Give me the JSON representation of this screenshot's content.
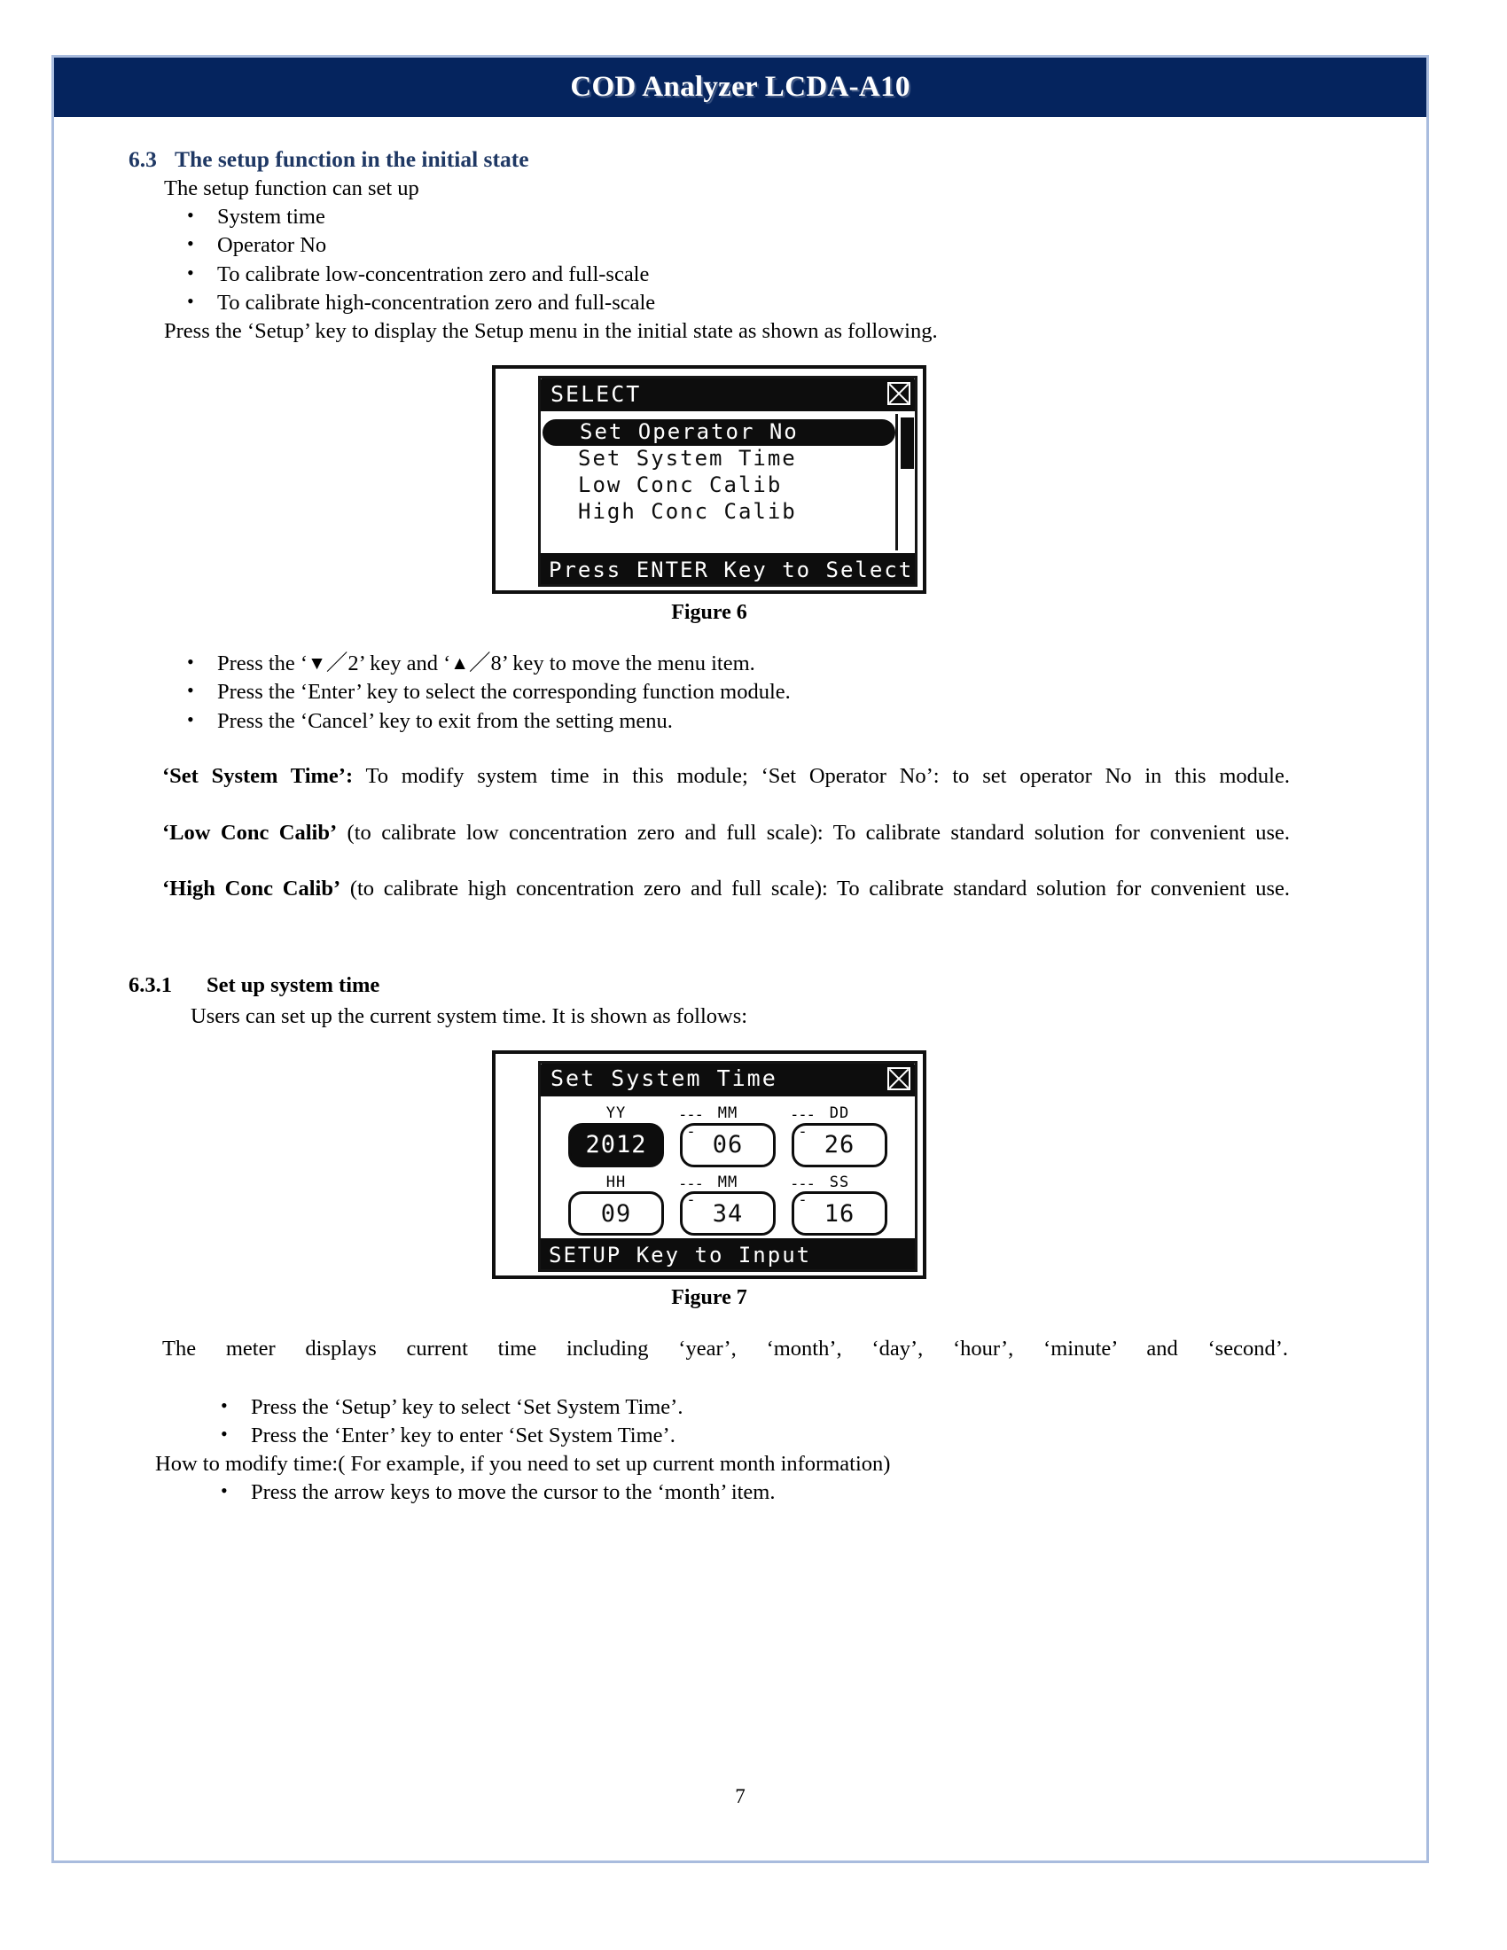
{
  "header": {
    "title": "COD Analyzer LCDA-A10"
  },
  "section_63": {
    "number": "6.3",
    "title": "The setup function in the initial state",
    "intro": "The setup function can set up",
    "bullets": [
      "System time",
      "Operator No",
      "To calibrate low-concentration zero and full-scale",
      "To calibrate high-concentration zero and full-scale"
    ],
    "lead_in": "Press the ‘Setup’ key to display the Setup menu in the initial state as shown as following."
  },
  "figure6": {
    "caption": "Figure 6",
    "lcd": {
      "title": "SELECT",
      "close_icon": "close-x-icon",
      "menu_items": [
        {
          "label": "Set Operator No",
          "selected": true
        },
        {
          "label": "Set System Time",
          "selected": false
        },
        {
          "label": "Low Conc Calib",
          "selected": false
        },
        {
          "label": "High Conc Calib",
          "selected": false
        }
      ],
      "status": "Press ENTER Key to Select"
    }
  },
  "key_bullets": [
    {
      "pre": "Press the ‘",
      "glyph1": "▼",
      "mid1": "／2’ key and ‘",
      "glyph2": "▲",
      "mid2": "／8’ key to move the menu item."
    }
  ],
  "key_bullets_plain": [
    "Press the ‘Enter’ key to select the corresponding function module.",
    "Press the ‘Cancel’ key to exit from the setting menu."
  ],
  "definitions": [
    {
      "term": "‘Set System Time’:",
      "body": " To modify system time in this module; ‘Set Operator No’: to set operator No in this module."
    },
    {
      "term": "‘Low Conc Calib’",
      "body": " (to calibrate low concentration zero and full scale): To calibrate standard solution for convenient use."
    },
    {
      "term": "‘High Conc Calib’",
      "body": " (to calibrate high concentration zero and full scale): To calibrate standard solution for convenient use."
    }
  ],
  "section_631": {
    "number": "6.3.1",
    "title": "Set up system time",
    "intro": "Users can set up the current system time. It is shown as follows:"
  },
  "figure7": {
    "caption": "Figure 7",
    "lcd": {
      "title": "Set System Time",
      "close_icon": "close-x-icon",
      "row1": [
        {
          "label": "YY",
          "value": "2012",
          "selected": true
        },
        {
          "label": "MM",
          "value": "06",
          "selected": false
        },
        {
          "label": "DD",
          "value": "26",
          "selected": false
        }
      ],
      "row2": [
        {
          "label": "HH",
          "value": "09",
          "selected": false
        },
        {
          "label": "MM",
          "value": "34",
          "selected": false
        },
        {
          "label": "SS",
          "value": "16",
          "selected": false
        }
      ],
      "separator": "----",
      "status": "SETUP Key to Input"
    }
  },
  "closing": {
    "para": "The meter displays current time including ‘year’, ‘month’, ‘day’, ‘hour’, ‘minute’ and ‘second’.",
    "bullets": [
      "Press the ‘Setup’ key to select ‘Set System Time’.",
      "Press the ‘Enter’ key to enter ‘Set System Time’."
    ],
    "howto": "How to modify time:( For example, if you need to set up current month information)",
    "last_bullet": "Press the arrow keys to move the cursor to the ‘month’ item."
  },
  "page_number": "7"
}
